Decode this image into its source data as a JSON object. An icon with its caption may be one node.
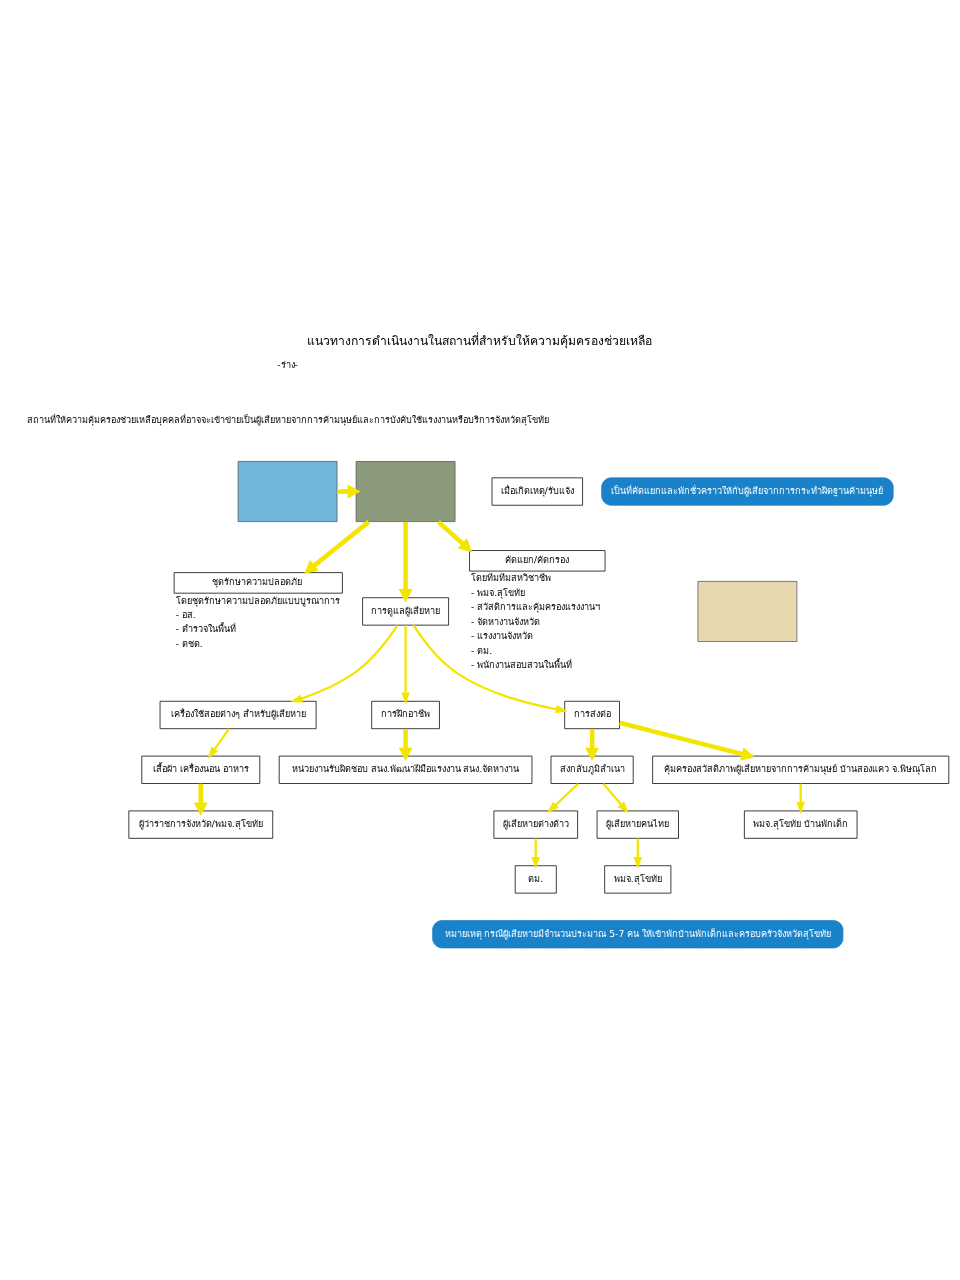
{
  "diagram": {
    "title": "แนวทางการดำเนินงานในสถานที่สำหรับให้ความคุ้มครองช่วยเหลือ",
    "nodes": [
      {
        "text": [
          "เป็นที่คัดแยกและพักชั่วคราวให้กับผู้เสียจากการกระทำผิดฐานค้ามนุษย์"
        ]
      },
      {
        "text": [],
        "shape": "box"
      },
      {
        "text": [],
        "shape": "box"
      },
      {
        "text": [],
        "shape": "box"
      },
      {
        "text": [
          "เมื่อเกิดเหตุ/รับแจ้ง"
        ]
      },
      {
        "text": [
          "คัดแยก/คัดกรอง"
        ],
        "beside": [
          "โดยทีมทีมสหวิชาชีพ",
          "- พมจ.สุโขทัย",
          "- สวัสดิการและคุ้มครองแรงงานฯ",
          "- จัดหางานจังหวัด",
          "- แรงงานจังหวัด",
          "- ตม.",
          "- พนักงานสอบสวนในพื้นที่"
        ]
      },
      {
        "text": [
          "ชุดรักษาความปลอดภัย"
        ],
        "beside": [
          "โดยชุดรักษาความปลอดภัยแบบบูรณาการ",
          "- อส.",
          "- ตำรวจในพื้นที่",
          "- ตชด."
        ]
      },
      {
        "text": [
          "การดูแลผู้เสียหาย"
        ]
      },
      {
        "text": [
          "เครื่องใช้สอยต่างๆ สำหรับผู้เสียหาย"
        ]
      },
      {
        "text": [
          "การฝึกอาชีพ"
        ]
      },
      {
        "text": [
          "การส่งต่อ"
        ]
      },
      {
        "text": [
          "เสื้อผ้า เครื่องนอน อาหาร"
        ]
      },
      {
        "text": [
          "หน่วยงานรับผิดชอบ สนง.พัฒนาฝีมือแรงงาน สนง.จัดหางาน"
        ]
      },
      {
        "text": [
          "ส่งกลับภูมิลำเนา"
        ]
      },
      {
        "text": [
          "คุ้มครองสวัสดิภาพผู้เสียหายจากการค้ามนุษย์ บ้านสองแคว จ.พิษณุโลก"
        ]
      },
      {
        "text": [
          "ผู้ว่าราชการจังหวัด/พมจ.สุโขทัย"
        ]
      },
      {
        "text": [
          "ผู้เสียหายต่างด้าว"
        ]
      },
      {
        "text": [
          "ผู้เสียหายคนไทย"
        ]
      },
      {
        "text": [
          "พมจ.สุโขทัย บ้านพักเด็ก"
        ]
      },
      {
        "text": [
          "ตม."
        ]
      },
      {
        "text": [
          "พมจ.สุโขทัย"
        ]
      },
      {
        "text": [
          "หมายเหตุ กรณีผู้เสียหายมีจำนวนประมาณ 5-7 คน ให้เข้าพักบ้านพักเด็กและครอบครัวจังหวัดสุโขทัย"
        ]
      }
    ],
    "edges": [
      {
        "from": 2,
        "to": 3,
        "arrow": "to",
        "style": "thick"
      },
      {
        "from": 3,
        "to": 5,
        "arrow": "to",
        "style": "thick"
      },
      {
        "from": 3,
        "to": 6,
        "arrow": "to",
        "style": "thick"
      },
      {
        "from": 3,
        "to": 7,
        "arrow": "to",
        "style": "thick"
      },
      {
        "from": 7,
        "to": 8,
        "arrow": "to"
      },
      {
        "from": 7,
        "to": 9,
        "arrow": "to"
      },
      {
        "from": 7,
        "to": 10,
        "arrow": "to"
      },
      {
        "from": 8,
        "to": 11,
        "arrow": "to"
      },
      {
        "from": 11,
        "to": 15,
        "arrow": "to",
        "style": "thick"
      },
      {
        "from": 9,
        "to": 12,
        "arrow": "to",
        "style": "thick"
      },
      {
        "from": 10,
        "to": 13,
        "arrow": "to",
        "style": "thick"
      },
      {
        "from": 10,
        "to": 14,
        "arrow": "to",
        "style": "thick"
      },
      {
        "from": 13,
        "to": 16,
        "arrow": "to"
      },
      {
        "from": 13,
        "to": 17,
        "arrow": "to"
      },
      {
        "from": 14,
        "to": 18,
        "arrow": "to"
      },
      {
        "from": 16,
        "to": 19,
        "arrow": "to"
      },
      {
        "from": 17,
        "to": 20,
        "arrow": "to"
      }
    ],
    "labels": [
      "-ร่าง-",
      "สถานที่ให้ความคุ้มครองช่วยเหลือบุคคลที่อาจจะเข้าข่ายเป็นผู้เสียหายจากการค้ามนุษย์และการบังคับใช้แรงงานหรือบริการจังหวัดสุโขทัย"
    ]
  }
}
